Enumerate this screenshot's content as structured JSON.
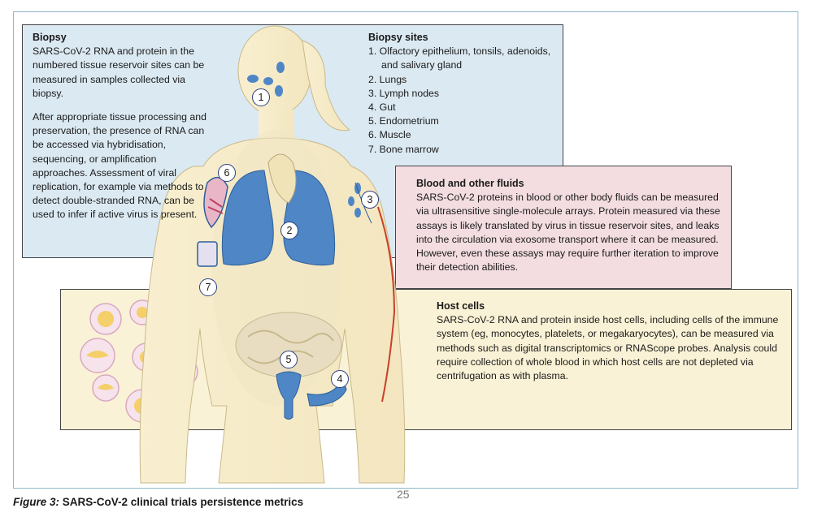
{
  "biopsy": {
    "title": "Biopsy",
    "para1": "SARS-CoV-2 RNA and protein in the numbered tissue reservoir sites can be measured in samples collected via biopsy.",
    "para2": "After appropriate tissue processing and preservation, the presence of RNA can be accessed via hybridisation, sequencing, or amplification approaches. Assessment of viral replication, for example via methods to detect double-stranded RNA, can be used to infer if active virus is present."
  },
  "biopsy_sites": {
    "title": "Biopsy sites",
    "items": [
      "1. Olfactory epithelium, tonsils, adenoids, and salivary gland",
      "2. Lungs",
      "3. Lymph nodes",
      "4. Gut",
      "5. Endometrium",
      "6. Muscle",
      "7. Bone marrow"
    ]
  },
  "blood": {
    "title": "Blood and other fluids",
    "body": "SARS-CoV-2 proteins in blood or other body fluids can be measured via ultrasensitive single-molecule arrays. Protein measured via these assays is likely translated by virus in tissue reservoir sites, and leaks into the circulation via exosome transport where it can be measured. However, even these assays may require further iteration to improve their detection abilities."
  },
  "host": {
    "title": "Host cells",
    "body": "SARS-CoV-2 RNA and protein inside host cells, including cells of the immune system (eg, monocytes, platelets, or megakaryocytes), can be measured via methods such as digital transcriptomics or RNAScope probes. Analysis could require collection of whole blood in which host cells are not depleted via centrifugation as with plasma."
  },
  "markers": [
    "1",
    "2",
    "3",
    "4",
    "5",
    "6",
    "7"
  ],
  "page_number": "25",
  "caption": {
    "label": "Figure 3:",
    "text": " SARS-CoV-2 clinical trials persistence metrics"
  },
  "colors": {
    "biopsy_panel": "#dbe9f2",
    "blood_panel": "#f3dde1",
    "host_panel": "#faf2d6",
    "organ_blue": "#4f86c6",
    "body_skin": "#f6ecc8"
  }
}
